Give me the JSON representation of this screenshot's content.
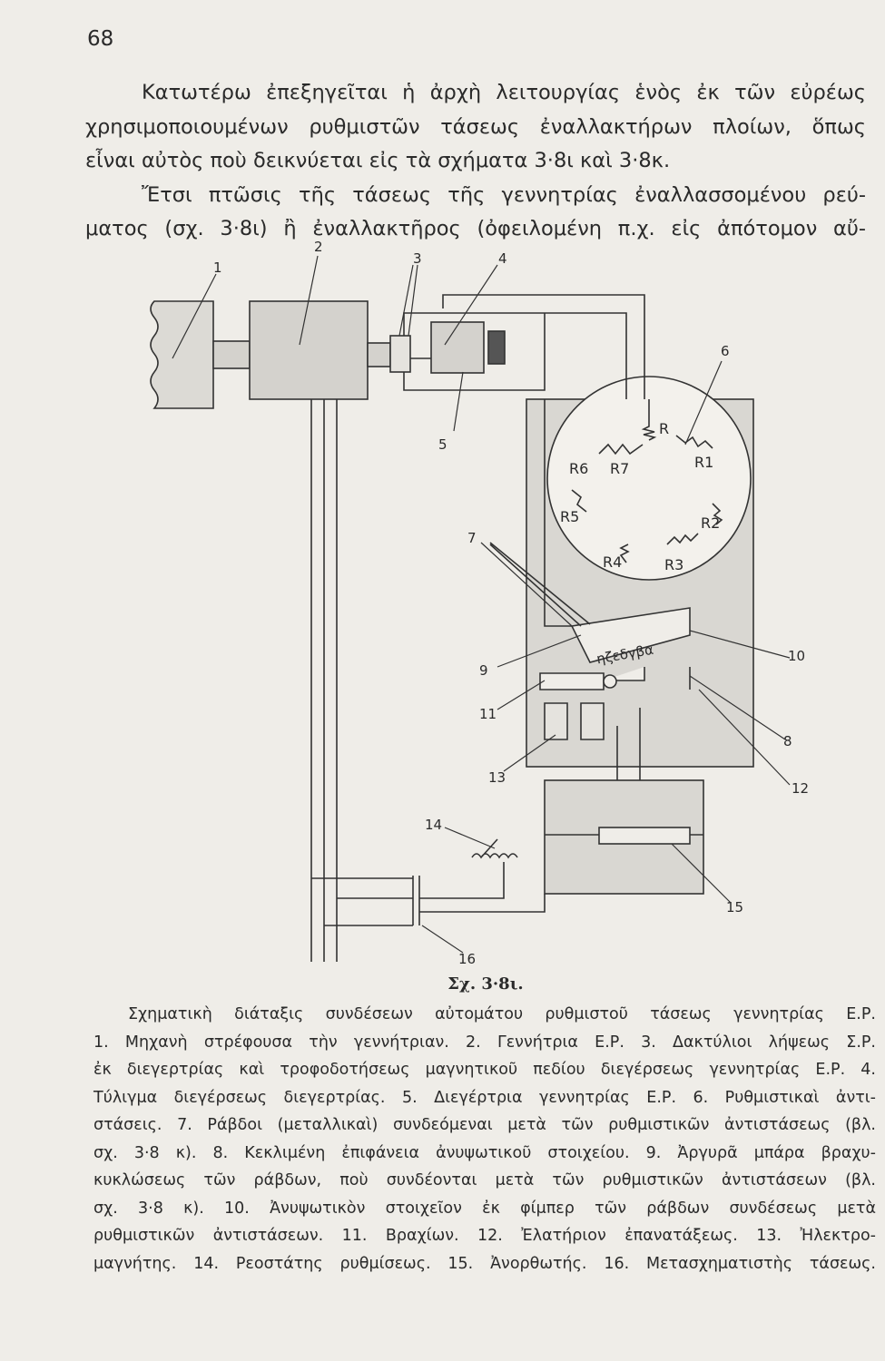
{
  "page_number": "68",
  "body_lines": [
    "Κατωτέρω ἐπεξηγεῖται ἡ ἀρχὴ λειτουργίας ἑνὸς ἐκ τῶν εὐρέως",
    "χρησιμοποιουμένων ρυθμιστῶν τάσεως ἐναλλακτήρων πλοίων, ὅπως",
    "εἶναι αὐτὸς ποὺ δεικνύεται εἰς τὰ σχήματα 3·8ι καὶ 3·8κ.",
    "Ἔτσι πτῶσις τῆς τάσεως τῆς γεννητρίας ἐναλλασσομένου ρεύ-",
    "ματος (σχ. 3·8ι) ἢ ἐναλλακτῆρος (ὀφειλομένη π.χ. εἰς ἀπότομον αὔ-"
  ],
  "diagram": {
    "callouts": [
      "1",
      "2",
      "3",
      "4",
      "5",
      "6",
      "7",
      "8",
      "9",
      "10",
      "11",
      "12",
      "13",
      "14",
      "15",
      "16"
    ],
    "resistor_labels": [
      "R",
      "R1",
      "R2",
      "R3",
      "R4",
      "R5",
      "R6",
      "R7"
    ],
    "contact_letters": "ηζεδγβα"
  },
  "figure_label": "Σχ. 3·8ι.",
  "caption_lines": [
    "Σχηματικὴ διάταξις συνδέσεων αὐτομάτου ρυθμιστοῦ τάσεως γεννητρίας Ε.Ρ.",
    "1. Μηχανὴ στρέφουσα τὴν γεννήτριαν. 2. Γεννήτρια Ε.Ρ. 3. Δακτύλιοι λήψεως Σ.Ρ.",
    "ἐκ διεγερτρίας καὶ τροφοδοτήσεως μαγνητικοῦ πεδίου διεγέρσεως γεννητρίας Ε.Ρ. 4.",
    "Τύλιγμα διεγέρσεως διεγερτρίας. 5. Διεγέρτρια γεννητρίας Ε.Ρ. 6. Ρυθμιστικαὶ ἀντι-",
    "στάσεις. 7. Ράβδοι (μεταλλικαὶ) συνδεόμεναι μετὰ τῶν ρυθμιστικῶν ἀντιστάσεως (βλ.",
    "σχ. 3·8 κ). 8. Κεκλιμένη ἐπιφάνεια ἀνυψωτικοῦ στοιχείου. 9. Ἀργυρᾶ μπάρα βραχυ-",
    "κυκλώσεως τῶν ράβδων, ποὺ συνδέονται μετὰ τῶν ρυθμιστικῶν ἀντιστάσεων (βλ.",
    "σχ. 3·8 κ). 10. Ἀνυψωτικὸν στοιχεῖον ἐκ φίμπερ τῶν ράβδων συνδέσεως μετὰ",
    "ρυθμιστικῶν ἀντιστάσεων. 11. Βραχίων. 12. Ἐλατήριον ἐπανατάξεως. 13. Ἠλεκτρο-",
    "μαγνήτης. 14. Ρεοστάτης ρυθμίσεως. 15. Ἀνορθωτής. 16. Μετασχηματιστὴς τάσεως."
  ]
}
